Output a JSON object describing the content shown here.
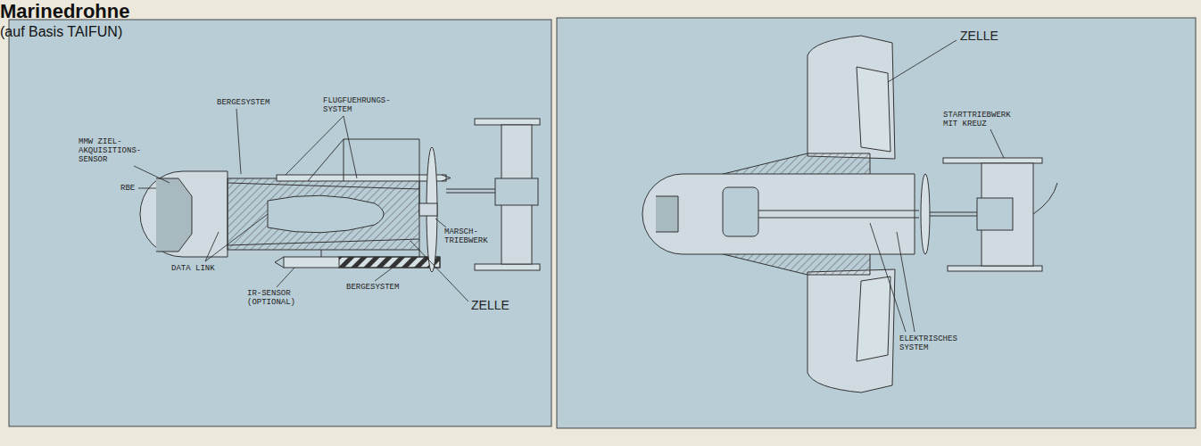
{
  "diagram": {
    "title": "Marinedrohne",
    "caption": "(auf Basis TAIFUN)",
    "labels": [
      "BERGESYSTEM",
      "FLUGFUEHRUNGS- SYSTEM",
      "MMW ZIEL- AKQUISITIONS- SENSOR",
      "RBE",
      "DATA LINK",
      "IR-SENSOR (OPTIONAL)",
      "BERGESYSTEM",
      "MARSCH- TRIEBWERK",
      "ZELLE",
      "ZELLE",
      "STARTTRIEBWERK MIT KREUZ",
      "ELEKTRISCHES SYSTEM"
    ]
  }
}
